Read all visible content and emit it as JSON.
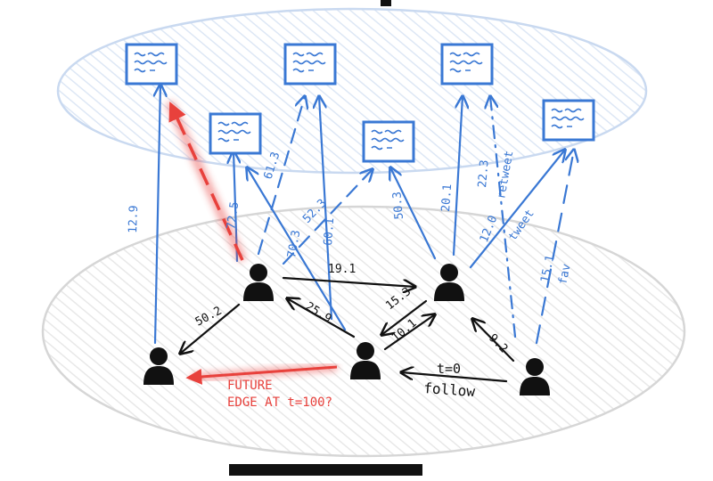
{
  "labels": {
    "e_12_9": "12.9",
    "e_72_5": "72.5",
    "e_61_3": "61.3",
    "e_52_3": "52.3",
    "e_70_3": "70.3",
    "e_60_1": "60.1",
    "e_50_3": "50.3",
    "e_20_1": "20.1",
    "e_22_3": "22.3",
    "e_12_0": "12.0",
    "e_15_1": "15.1",
    "e_19_1": "19.1",
    "e_50_2": "50.2",
    "e_25_9": "25.9",
    "e_15_3": "15.3",
    "e_10_1": "10.1",
    "e_9_2": "9.2",
    "retweet": "retweet",
    "tweet": "tweet",
    "fav": "fav",
    "t0": "t=0",
    "follow": "follow",
    "future_1": "FUTURE",
    "future_2": "EDGE AT t=100?"
  },
  "colors": {
    "blue": "#3a78d4",
    "red": "#e8413c",
    "black": "#111111"
  }
}
